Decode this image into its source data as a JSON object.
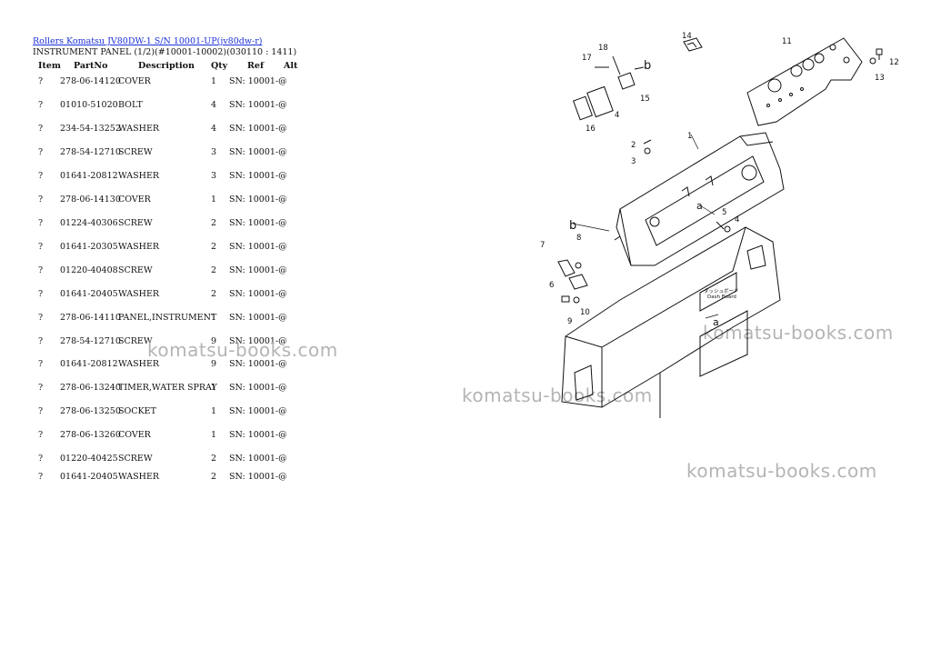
{
  "header": {
    "link_text": "Rollers Komatsu JV80DW-1 S/N 10001-UP(jv80dw-r)",
    "subtitle": "INSTRUMENT PANEL (1/2)(#10001-10002)(030110 : 1411)"
  },
  "columns": {
    "item": "Item",
    "partno": "PartNo",
    "description": "Description",
    "qty": "Qty",
    "ref": "Ref",
    "alt": "Alt"
  },
  "rows": [
    {
      "item": "?",
      "partno": "278-06-14120",
      "description": "COVER",
      "qty": "1",
      "ref": "SN: 10001-@"
    },
    {
      "item": "?",
      "partno": "01010-51020",
      "description": "BOLT",
      "qty": "4",
      "ref": "SN: 10001-@"
    },
    {
      "item": "?",
      "partno": "234-54-13252",
      "description": "WASHER",
      "qty": "4",
      "ref": "SN: 10001-@"
    },
    {
      "item": "?",
      "partno": "278-54-12710",
      "description": "SCREW",
      "qty": "3",
      "ref": "SN: 10001-@"
    },
    {
      "item": "?",
      "partno": "01641-20812",
      "description": "WASHER",
      "qty": "3",
      "ref": "SN: 10001-@"
    },
    {
      "item": "?",
      "partno": "278-06-14130",
      "description": "COVER",
      "qty": "1",
      "ref": "SN: 10001-@"
    },
    {
      "item": "?",
      "partno": "01224-40306",
      "description": "SCREW",
      "qty": "2",
      "ref": "SN: 10001-@"
    },
    {
      "item": "?",
      "partno": "01641-20305",
      "description": "WASHER",
      "qty": "2",
      "ref": "SN: 10001-@"
    },
    {
      "item": "?",
      "partno": "01220-40408",
      "description": "SCREW",
      "qty": "2",
      "ref": "SN: 10001-@"
    },
    {
      "item": "?",
      "partno": "01641-20405",
      "description": "WASHER",
      "qty": "2",
      "ref": "SN: 10001-@"
    },
    {
      "item": "?",
      "partno": "278-06-14110",
      "description": "PANEL,INSTRUMENT",
      "qty": "1",
      "ref": "SN: 10001-@"
    },
    {
      "item": "?",
      "partno": "278-54-12710",
      "description": "SCREW",
      "qty": "9",
      "ref": "SN: 10001-@"
    },
    {
      "item": "?",
      "partno": "01641-20812",
      "description": "WASHER",
      "qty": "9",
      "ref": "SN: 10001-@"
    },
    {
      "item": "?",
      "partno": "278-06-13240",
      "description": "TIMER,WATER SPRAY",
      "qty": "1",
      "ref": "SN: 10001-@"
    },
    {
      "item": "?",
      "partno": "278-06-13250",
      "description": "SOCKET",
      "qty": "1",
      "ref": "SN: 10001-@"
    },
    {
      "item": "?",
      "partno": "278-06-13260",
      "description": "COVER",
      "qty": "1",
      "ref": "SN: 10001-@"
    },
    {
      "item": "?",
      "partno": "01220-40425",
      "description": "SCREW",
      "qty": "2",
      "ref": "SN: 10001-@"
    },
    {
      "item": "?",
      "partno": "01641-20405",
      "description": "WASHER",
      "qty": "2",
      "ref": "SN: 10001-@"
    }
  ],
  "watermarks": [
    "komatsu-books.com",
    "komatsu-books.com",
    "komatsu-books.com",
    "komatsu-books.com"
  ],
  "diagram": {
    "callouts": [
      "1",
      "2",
      "3",
      "4",
      "4",
      "5",
      "6",
      "7",
      "8",
      "9",
      "10",
      "11",
      "12",
      "13",
      "14",
      "15",
      "16",
      "17",
      "18",
      "a",
      "a",
      "b",
      "b"
    ],
    "panel_text": [
      "ダッシュボード",
      "Dash Board"
    ]
  }
}
